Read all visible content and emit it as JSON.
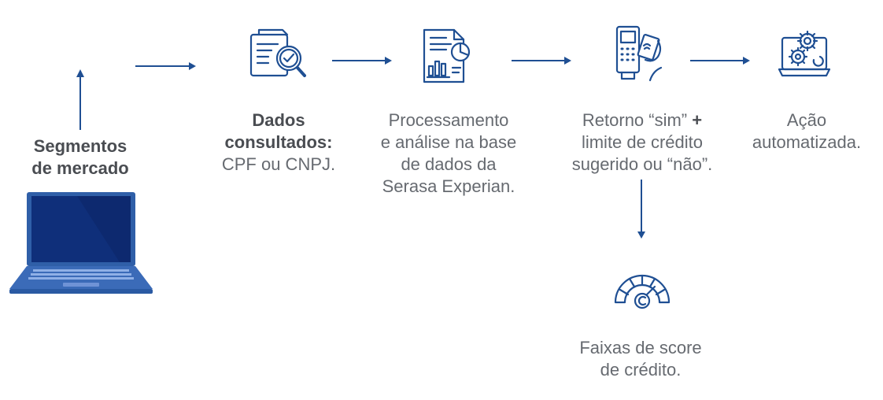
{
  "steps": {
    "segmentos": {
      "line1": "Segmentos",
      "line2": "de mercado"
    },
    "dados": {
      "line1": "Dados",
      "line2": "consultados:",
      "line3": "CPF ou CNPJ."
    },
    "processamento": {
      "line1": "Processamento",
      "line2": "e análise na base",
      "line3": "de dados da",
      "line4": "Serasa Experian."
    },
    "retorno": {
      "line1_a": "Retorno “sim” ",
      "line1_b": "+",
      "line2": "limite de crédito",
      "line3": "sugerido ou “não”."
    },
    "acao": {
      "line1": "Ação",
      "line2": "automatizada."
    },
    "faixas": {
      "line1": "Faixas de score",
      "line2": "de crédito."
    }
  },
  "icons": [
    "laptop-icon",
    "document-search-icon",
    "report-chart-icon",
    "payment-terminal-icon",
    "automation-gears-icon",
    "score-gauge-icon"
  ],
  "colors": {
    "accent": "#1f4f93",
    "laptop_body": "#2f5fa8",
    "laptop_screen": "#0f2f7a",
    "text": "#666a70"
  }
}
